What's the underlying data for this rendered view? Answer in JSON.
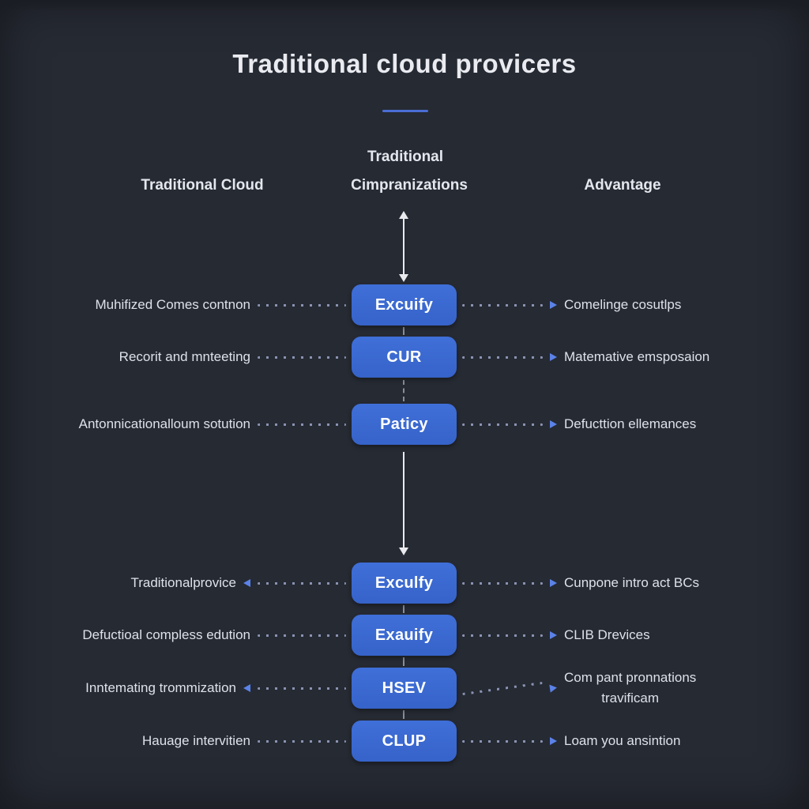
{
  "title": "Traditional cloud provicers",
  "headers": {
    "left": "Traditional Cloud",
    "center_top": "Traditional",
    "center_bottom": "Cimpranizations",
    "right": "Advantage"
  },
  "rows": [
    {
      "left": "Muhifized Comes contnon",
      "box": "Excuify",
      "right": "Comelinge cosutlps"
    },
    {
      "left": "Recorit and mnteeting",
      "box": "CUR",
      "right": "Matemative emsposaion"
    },
    {
      "left": "Antonnicationalloum sotution",
      "box": "Paticy",
      "right": "Defucttion ellemances"
    },
    {
      "left": "Traditionalprovice",
      "box": "Exculfy",
      "right": "Cunpone intro act BCs"
    },
    {
      "left": "Defuctioal compless edution",
      "box": "Exauify",
      "right": "CLIB Drevices"
    },
    {
      "left": "Inntemating trommization",
      "box": "HSEV",
      "right": "Com pant pronnations",
      "right_line2": "travificam"
    },
    {
      "left": "Hauage intervitien",
      "box": "CLUP",
      "right": "Loam you ansintion"
    }
  ],
  "colors": {
    "background": "#262a33",
    "box_blue": "#3a68d2",
    "underline_blue": "#4b6ed5",
    "dots": "#8a93b3",
    "arrowhead_blue": "#5b82e8",
    "arrow_white": "#e8eaee",
    "text": "#dde1e9"
  }
}
